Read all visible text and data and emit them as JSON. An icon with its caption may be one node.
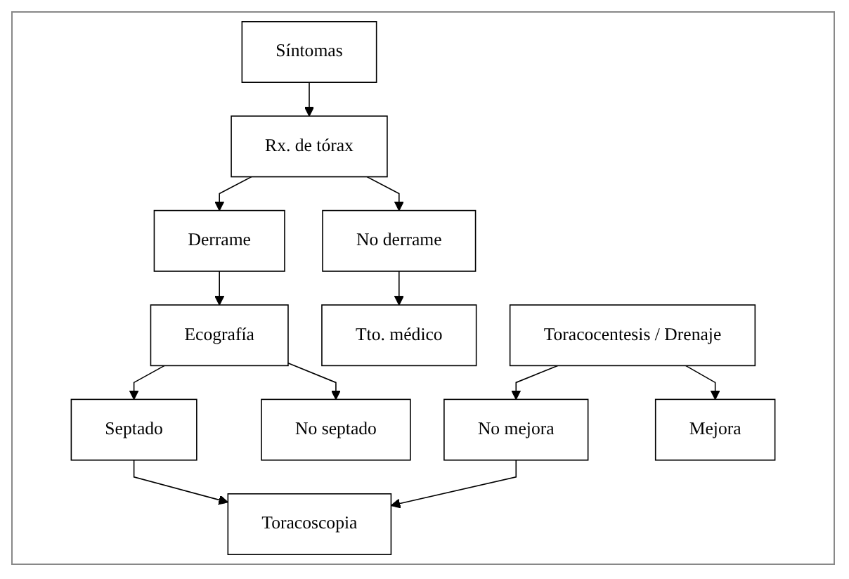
{
  "diagram": {
    "nodes": [
      {
        "text": [
          "Síntomas"
        ]
      },
      {
        "text": [
          "Rx. de tórax"
        ]
      },
      {
        "text": [
          "Derrame"
        ]
      },
      {
        "text": [
          "No derrame"
        ]
      },
      {
        "text": [
          "Ecografía"
        ]
      },
      {
        "text": [
          "Tto. médico"
        ]
      },
      {
        "text": [
          "Septado"
        ]
      },
      {
        "text": [
          "No septado"
        ]
      },
      {
        "text": [
          "Toracoscopia"
        ]
      },
      {
        "text": [
          "Toracocentesis / Drenaje"
        ]
      },
      {
        "text": [
          "No mejora"
        ]
      },
      {
        "text": [
          "Mejora"
        ]
      }
    ],
    "edges": [
      {
        "from": 0,
        "to": 1,
        "arrow": "to"
      },
      {
        "from": 1,
        "to": 2,
        "arrow": "to"
      },
      {
        "from": 1,
        "to": 3,
        "arrow": "to"
      },
      {
        "from": 2,
        "to": 4,
        "arrow": "to"
      },
      {
        "from": 3,
        "to": 5,
        "arrow": "to"
      },
      {
        "from": 4,
        "to": 6,
        "arrow": "to"
      },
      {
        "from": 4,
        "to": 7,
        "arrow": "to"
      },
      {
        "from": 6,
        "to": 8,
        "arrow": "to"
      },
      {
        "from": 9,
        "to": 10,
        "arrow": "to"
      },
      {
        "from": 9,
        "to": 11,
        "arrow": "to"
      },
      {
        "from": 10,
        "to": 8,
        "arrow": "to"
      }
    ]
  }
}
